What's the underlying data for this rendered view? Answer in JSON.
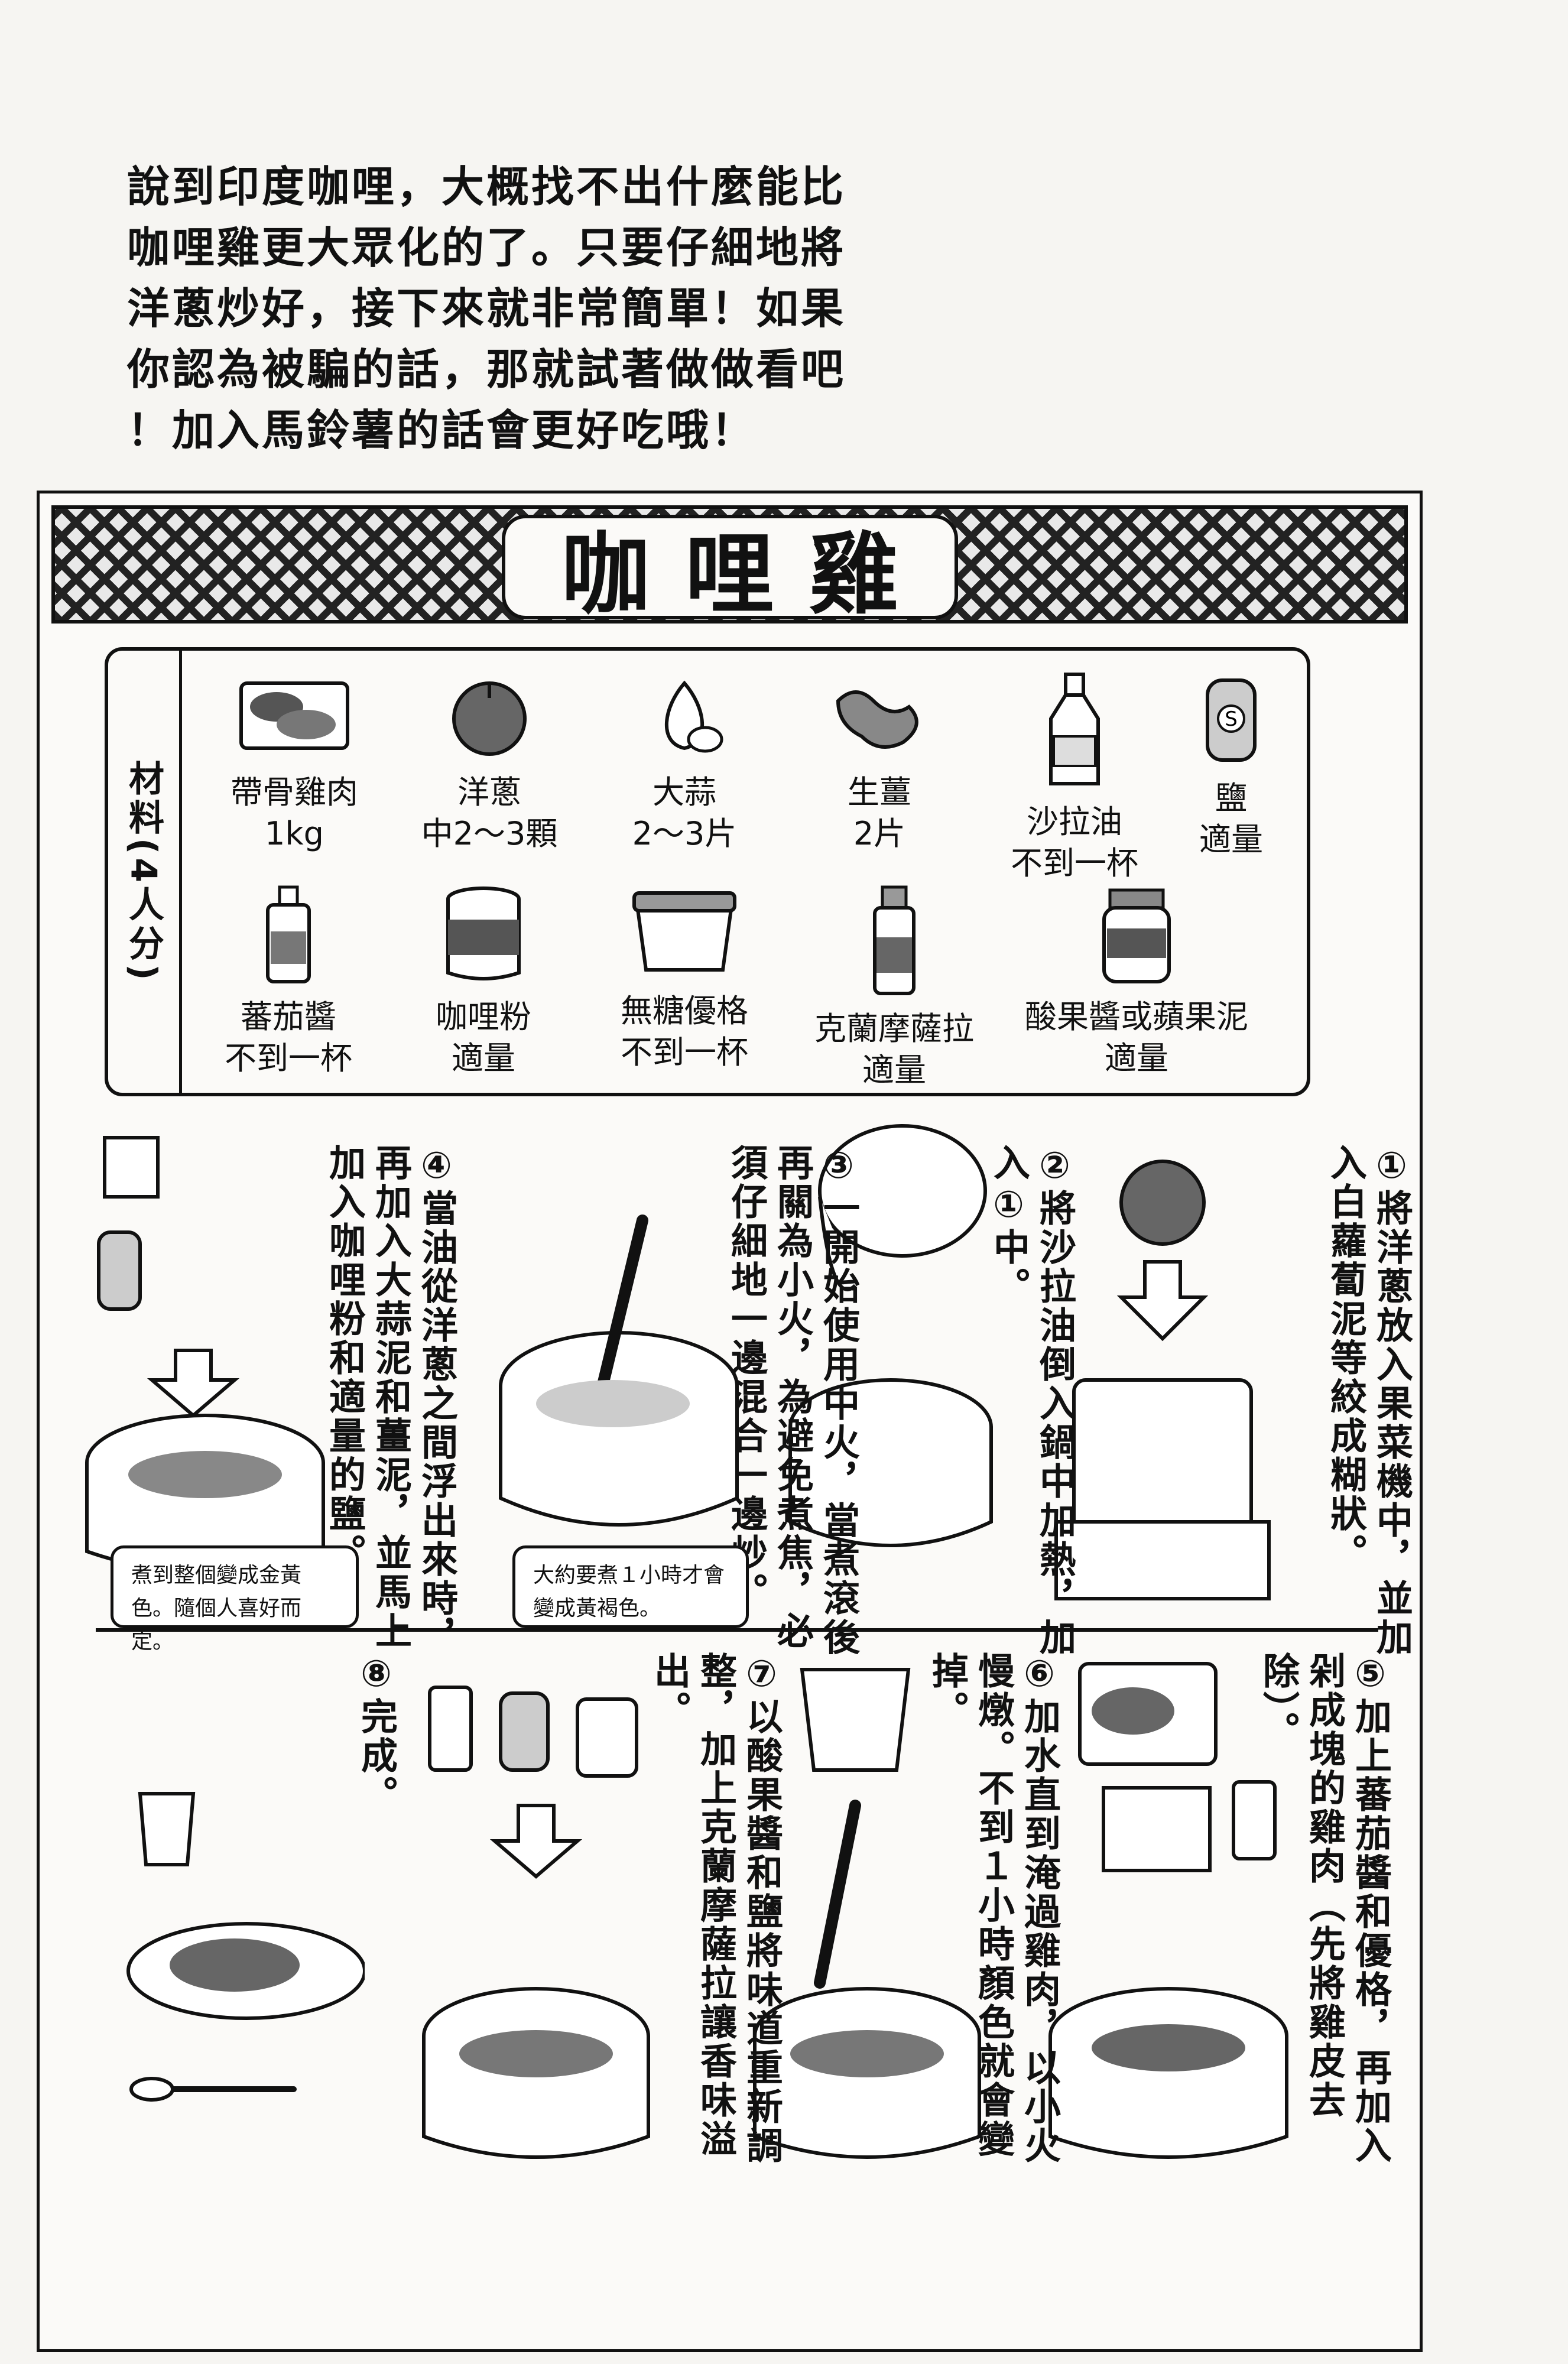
{
  "intro": {
    "lines": [
      "說到印度咖哩，大概找不出什麼能比",
      "咖哩雞更大眾化的了。只要仔細地將",
      "洋蔥炒好，接下來就非常簡單！如果",
      "你認為被騙的話，那就試著做做看吧",
      "！加入馬鈴薯的話會更好吃哦！"
    ]
  },
  "recipe": {
    "title": "咖哩雞",
    "ingredients_label": "材料(4人分)",
    "ingredients": [
      {
        "icon": "chicken-tray-icon",
        "name": "帶骨雞肉",
        "amount": "1kg"
      },
      {
        "icon": "onion-icon",
        "name": "洋蔥",
        "amount": "中2～3顆"
      },
      {
        "icon": "garlic-icon",
        "name": "大蒜",
        "amount": "2～3片"
      },
      {
        "icon": "ginger-icon",
        "name": "生薑",
        "amount": "2片"
      },
      {
        "icon": "oil-bottle-icon",
        "name": "沙拉油",
        "amount": "不到一杯"
      },
      {
        "icon": "salt-shaker-icon",
        "name": "鹽",
        "amount": "適量"
      },
      {
        "icon": "ketchup-bottle-icon",
        "name": "蕃茄醬",
        "amount": "不到一杯"
      },
      {
        "icon": "curry-can-icon",
        "name": "咖哩粉",
        "amount": "適量"
      },
      {
        "icon": "yogurt-cup-icon",
        "name": "無糖優格",
        "amount": "不到一杯"
      },
      {
        "icon": "sauce-bottle-icon",
        "name": "克蘭摩薩拉",
        "amount": "適量"
      },
      {
        "icon": "jam-jar-icon",
        "name": "酸果醬或蘋果泥",
        "amount": "適量"
      }
    ],
    "steps": [
      {
        "text": "①將洋蔥放入果菜機中，並加入白蘿蔔泥等絞成糊狀。"
      },
      {
        "text": "②將沙拉油倒入鍋中加熱，加入①中。"
      },
      {
        "text": "③一開始使用中火，當煮滾後再關為小火，為避免煮焦，必須仔細地一邊混合一邊炒。",
        "note": "大約要煮１小時才會變成黃褐色。"
      },
      {
        "text": "④當油從洋蔥之間浮出來時，再加入大蒜泥和薑泥，並馬上加入咖哩粉和適量的鹽。",
        "note": "煮到整個變成金黃色。隨個人喜好而定。"
      },
      {
        "text": "⑤加上蕃茄醬和優格，再加入剁成塊的雞肉（先將雞皮去除）。"
      },
      {
        "text": "⑥加水直到淹過雞肉，以小火慢燉。不到１小時顏色就會變掉。"
      },
      {
        "text": "⑦以酸果醬和鹽將味道重新調整，加上克蘭摩薩拉讓香味溢出。"
      },
      {
        "text": "⑧完成。"
      }
    ]
  }
}
